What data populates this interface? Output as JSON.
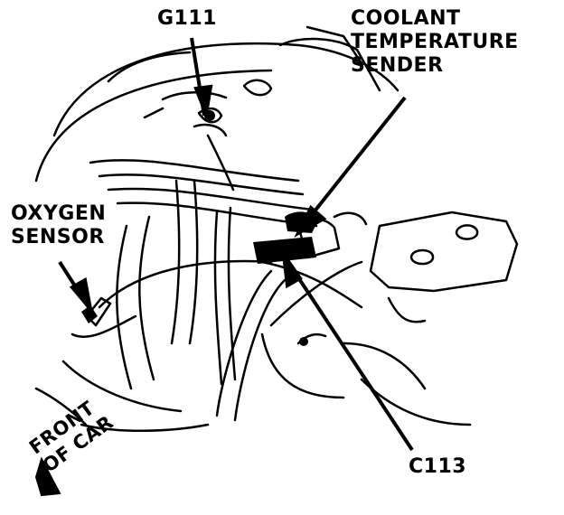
{
  "labels": {
    "g111": "G111",
    "coolant_line1": "COOLANT",
    "coolant_line2": "TEMPERATURE",
    "coolant_line3": "SENDER",
    "oxygen_line1": "OXYGEN",
    "oxygen_line2": "SENSOR",
    "c113": "C113",
    "front_line1": "FRONT",
    "front_line2": "OF CAR"
  },
  "colors": {
    "ink": "#000000",
    "paper": "#ffffff"
  }
}
